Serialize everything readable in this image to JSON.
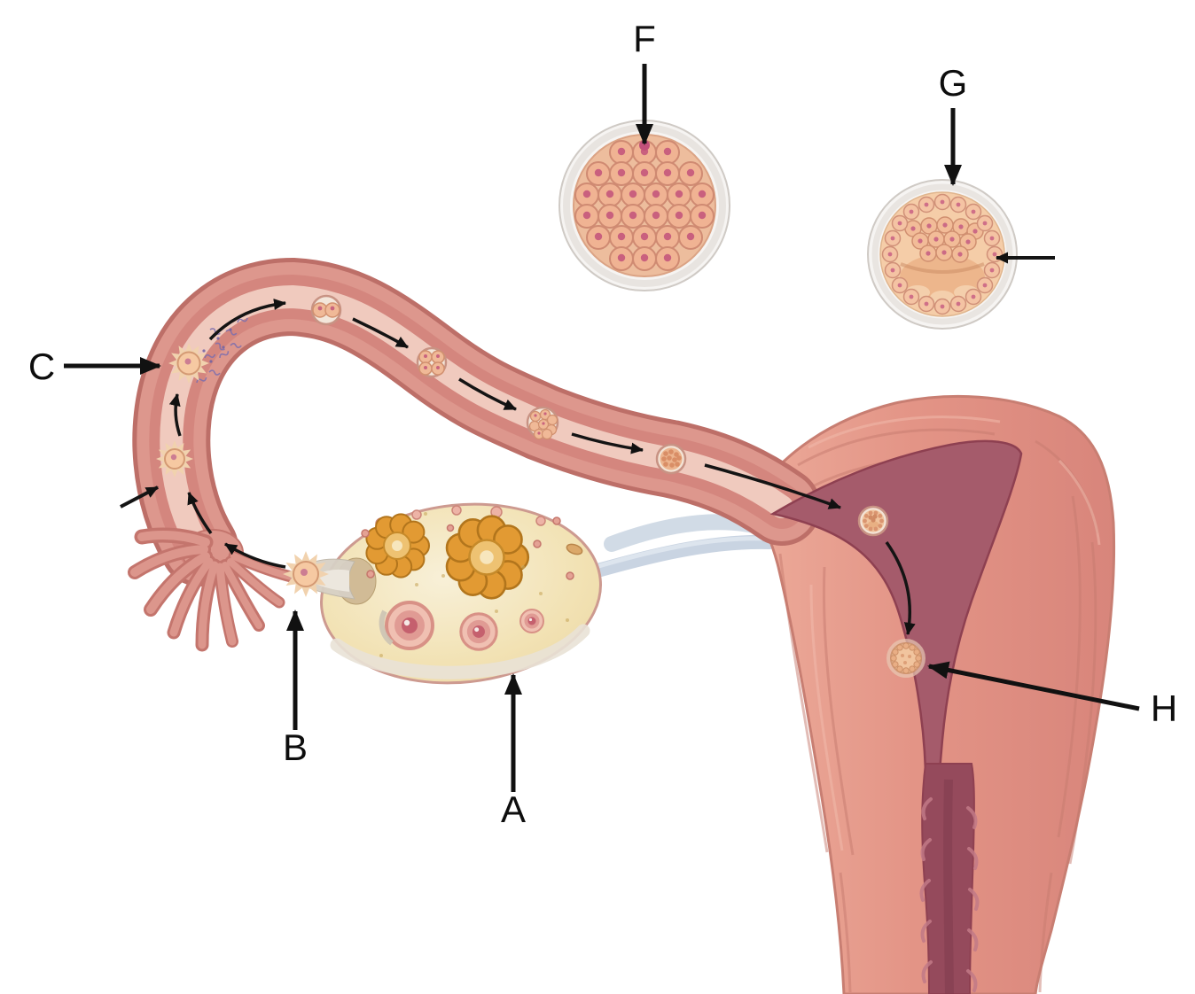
{
  "labels": {
    "A": "A",
    "B": "B",
    "C": "C",
    "F": "F",
    "G": "G",
    "H": "H"
  },
  "palette": {
    "arrow": "#111111",
    "tube_pink": "#dd978d",
    "tube_lumen": "#f0cabe",
    "uterus_pink": "#e39486",
    "uterine_cavity": "#a55b6b",
    "cervical_canal": "#954a5c",
    "ovary_cream": "#f2e2b4",
    "corpus_luteum_orange": "#e29a33",
    "ligament_blue": "#c9d4e2",
    "embryo_peach": "#f0b393"
  }
}
